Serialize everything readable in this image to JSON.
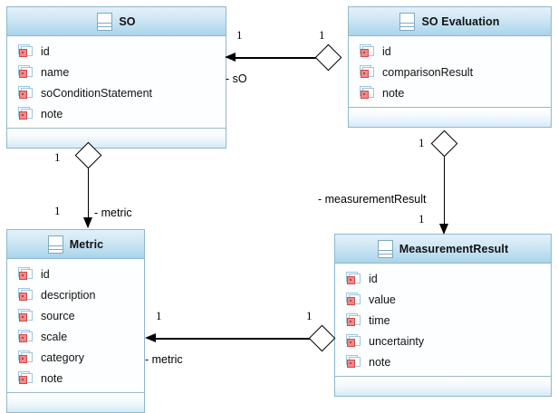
{
  "diagram": {
    "kind": "uml-class-diagram",
    "background": "#ffffff",
    "accent_header": "#a9d4ea",
    "border_color": "#8fb8cf",
    "visibility_marker_color": "#ef8a8a"
  },
  "classes": [
    {
      "id": "so",
      "name": "SO",
      "icon": "class-icon",
      "attributes": [
        {
          "name": "id",
          "visibility": "private"
        },
        {
          "name": "name",
          "visibility": "private"
        },
        {
          "name": "soConditionStatement",
          "visibility": "private"
        },
        {
          "name": "note",
          "visibility": "private"
        }
      ]
    },
    {
      "id": "so-evaluation",
      "name": "SO Evaluation",
      "icon": "class-icon",
      "attributes": [
        {
          "name": "id",
          "visibility": "private"
        },
        {
          "name": "comparisonResult",
          "visibility": "private"
        },
        {
          "name": "note",
          "visibility": "private"
        }
      ]
    },
    {
      "id": "metric",
      "name": "Metric",
      "icon": "class-icon",
      "attributes": [
        {
          "name": "id",
          "visibility": "private"
        },
        {
          "name": "description",
          "visibility": "private"
        },
        {
          "name": "source",
          "visibility": "private"
        },
        {
          "name": "scale",
          "visibility": "private"
        },
        {
          "name": "category",
          "visibility": "private"
        },
        {
          "name": "note",
          "visibility": "private"
        }
      ]
    },
    {
      "id": "measurement-result",
      "name": "MeasurementResult",
      "icon": "class-icon",
      "attributes": [
        {
          "name": "id",
          "visibility": "private"
        },
        {
          "name": "value",
          "visibility": "private"
        },
        {
          "name": "time",
          "visibility": "private"
        },
        {
          "name": "uncertainty",
          "visibility": "private"
        },
        {
          "name": "note",
          "visibility": "private"
        }
      ]
    }
  ],
  "associations": [
    {
      "id": "soeval-so",
      "type": "aggregation",
      "from": "so-evaluation",
      "to": "so",
      "role": "- sO",
      "source_multiplicity": "1",
      "target_multiplicity": "1"
    },
    {
      "id": "so-metric",
      "type": "aggregation",
      "from": "so",
      "to": "metric",
      "role": "- metric",
      "source_multiplicity": "1",
      "target_multiplicity": "1"
    },
    {
      "id": "soeval-measurementresult",
      "type": "aggregation",
      "from": "so-evaluation",
      "to": "measurement-result",
      "role": "- measurementResult",
      "source_multiplicity": "1",
      "target_multiplicity": "1"
    },
    {
      "id": "measurementresult-metric",
      "type": "aggregation",
      "from": "measurement-result",
      "to": "metric",
      "role": "- metric",
      "source_multiplicity": "1",
      "target_multiplicity": "1"
    }
  ]
}
